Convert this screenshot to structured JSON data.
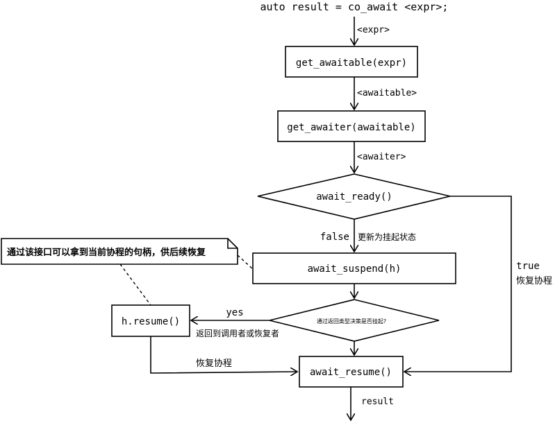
{
  "top_statement": "auto result = co_await <expr>;",
  "nodes": {
    "get_awaitable": "get_awaitable(expr)",
    "get_awaiter": "get_awaiter(awaitable)",
    "await_ready": "await_ready()",
    "await_suspend": "await_suspend(h)",
    "decision_suspend": "通过返回类型决策是否挂起?",
    "h_resume": "h.resume()",
    "await_resume": "await_resume()"
  },
  "edge_labels": {
    "expr": "<expr>",
    "awaitable": "<awaitable>",
    "awaiter": "<awaiter>",
    "false": "false",
    "false_note": "更新为挂起状态",
    "true": "true",
    "true_note": "恢复协程",
    "yes": "yes",
    "yes_note": "返回到调用者或恢复者",
    "resume_note": "恢复协程",
    "result": "result"
  },
  "note": "通过该接口可以拿到当前协程的句柄，供后续恢复"
}
